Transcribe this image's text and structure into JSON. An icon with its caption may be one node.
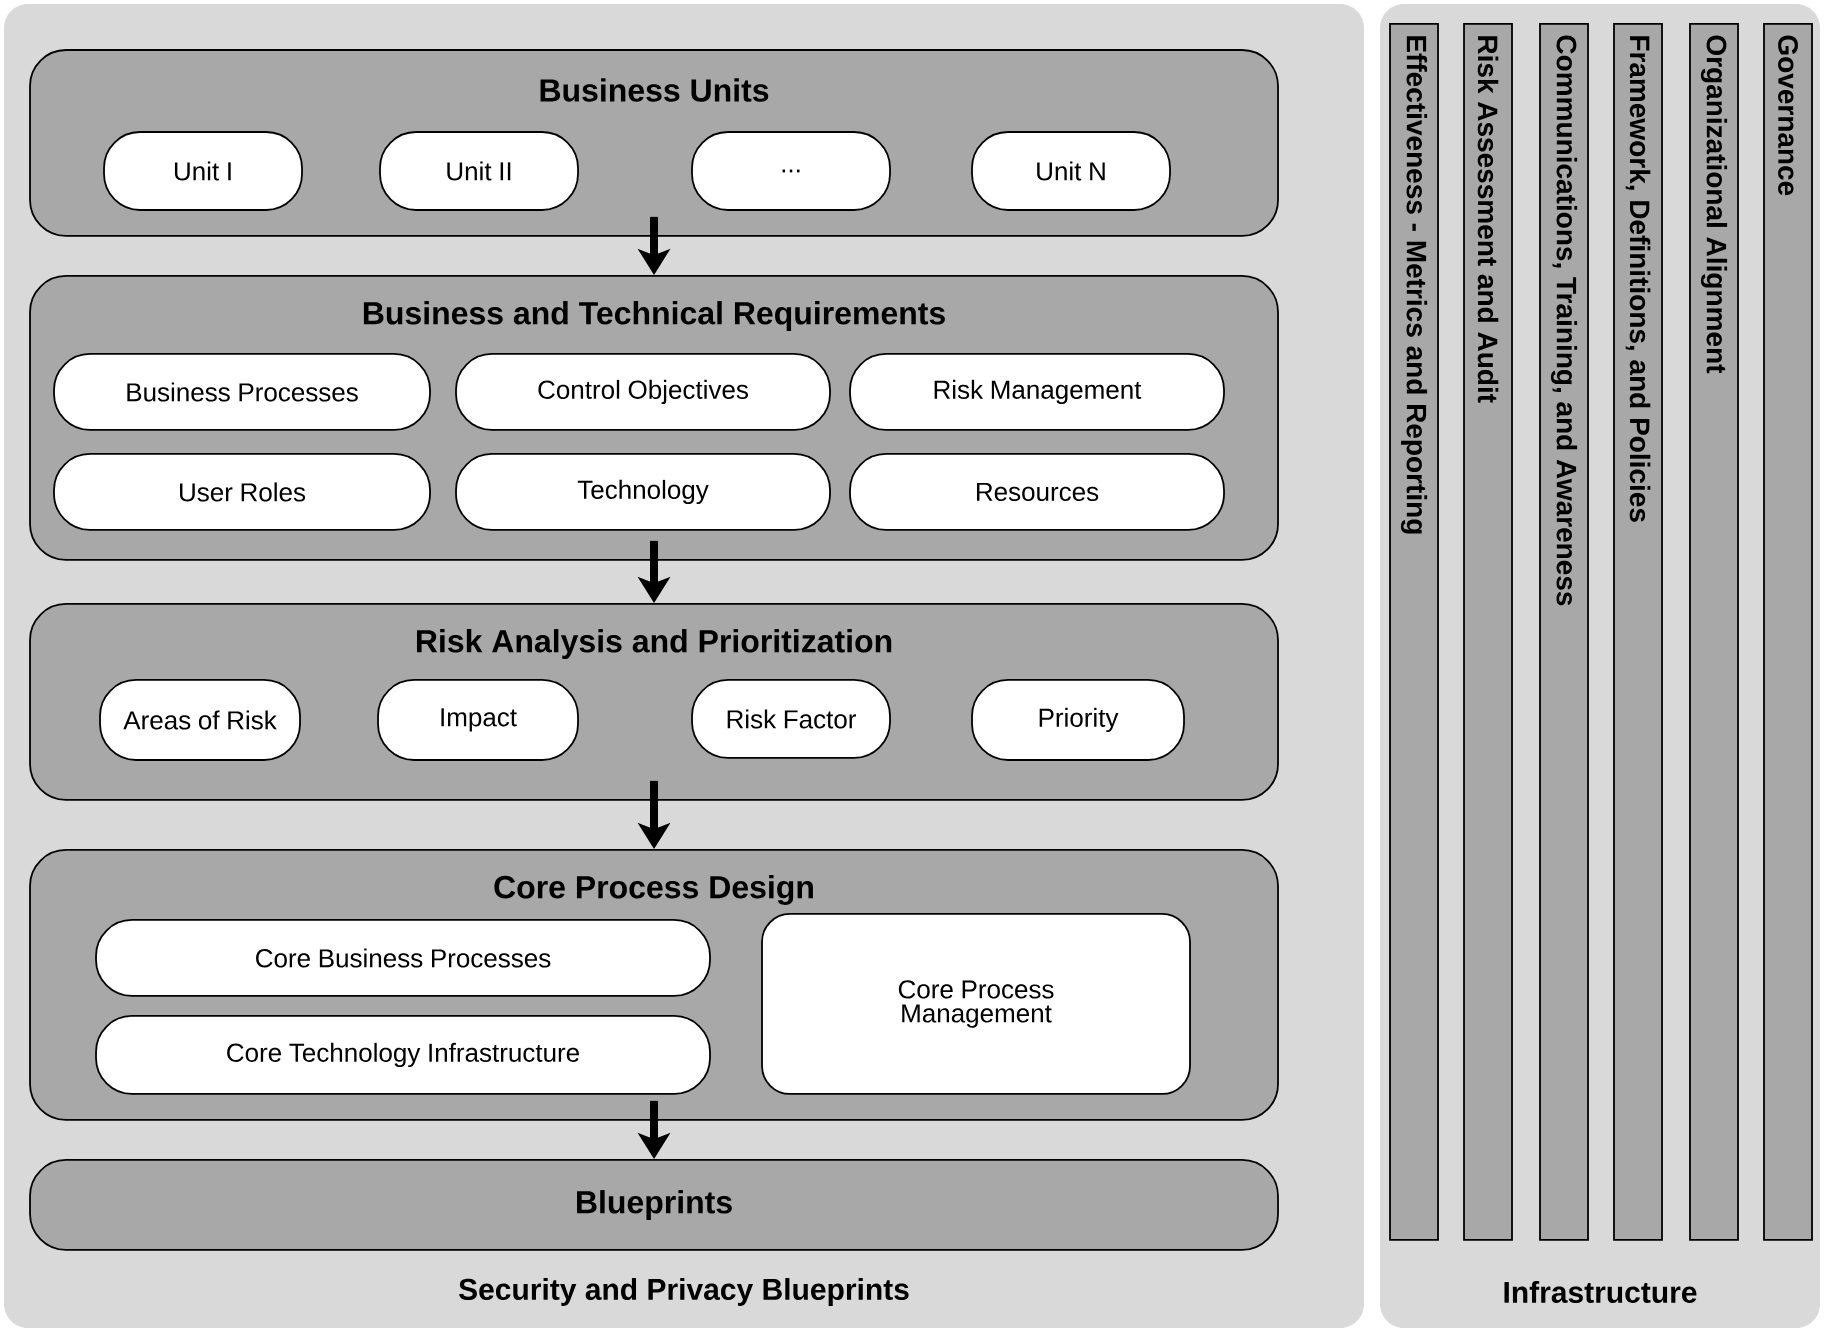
{
  "diagram": {
    "nodes": [
      {
        "text": [
          "Security and Privacy Blueprints"
        ]
      },
      {
        "text": [
          "Business Units"
        ],
        "in": 0
      },
      {
        "text": [
          "Unit I"
        ],
        "in": 1
      },
      {
        "text": [
          "Unit II"
        ],
        "in": 1
      },
      {
        "text": [
          "..."
        ],
        "in": 1
      },
      {
        "text": [
          "Unit N"
        ],
        "in": 1
      },
      {
        "text": [
          "Business and Technical Requirements"
        ],
        "in": 0
      },
      {
        "text": [
          "Business Processes"
        ],
        "in": 6
      },
      {
        "text": [
          "Control Objectives"
        ],
        "in": 6
      },
      {
        "text": [
          "Risk Management"
        ],
        "in": 6
      },
      {
        "text": [
          "User Roles"
        ],
        "in": 6
      },
      {
        "text": [
          "Technology"
        ],
        "in": 6
      },
      {
        "text": [
          "Resources"
        ],
        "in": 6
      },
      {
        "text": [
          "Risk Analysis and Prioritization"
        ],
        "in": 0
      },
      {
        "text": [
          "Areas of Risk"
        ],
        "in": 13
      },
      {
        "text": [
          "Impact"
        ],
        "in": 13
      },
      {
        "text": [
          "Risk Factor"
        ],
        "in": 13
      },
      {
        "text": [
          "Priority"
        ],
        "in": 13
      },
      {
        "text": [
          "Core Process Design"
        ],
        "in": 0
      },
      {
        "text": [
          "Core Business Processes"
        ],
        "in": 18
      },
      {
        "text": [
          "Core Technology Infrastructure"
        ],
        "in": 18
      },
      {
        "text": [
          "Core Process Management"
        ],
        "in": 18
      },
      {
        "text": [
          "Blueprints"
        ],
        "in": 0
      },
      {
        "text": [
          "Infrastructure"
        ]
      },
      {
        "text": [
          "Effectiveness - Metrics and Reporting"
        ],
        "in": 23
      },
      {
        "text": [
          "Risk Assessment and Audit"
        ],
        "in": 23
      },
      {
        "text": [
          "Communications, Training, and Awareness"
        ],
        "in": 23
      },
      {
        "text": [
          "Framework, Definitions, and Policies"
        ],
        "in": 23
      },
      {
        "text": [
          "Organizational Alignment"
        ],
        "in": 23
      },
      {
        "text": [
          "Governance"
        ],
        "in": 23
      }
    ],
    "edges": [
      {
        "from": 1,
        "to": 6,
        "arrow": "to"
      },
      {
        "from": 6,
        "to": 13,
        "arrow": "to"
      },
      {
        "from": 13,
        "to": 18,
        "arrow": "to"
      },
      {
        "from": 18,
        "to": 22,
        "arrow": "to"
      }
    ]
  }
}
